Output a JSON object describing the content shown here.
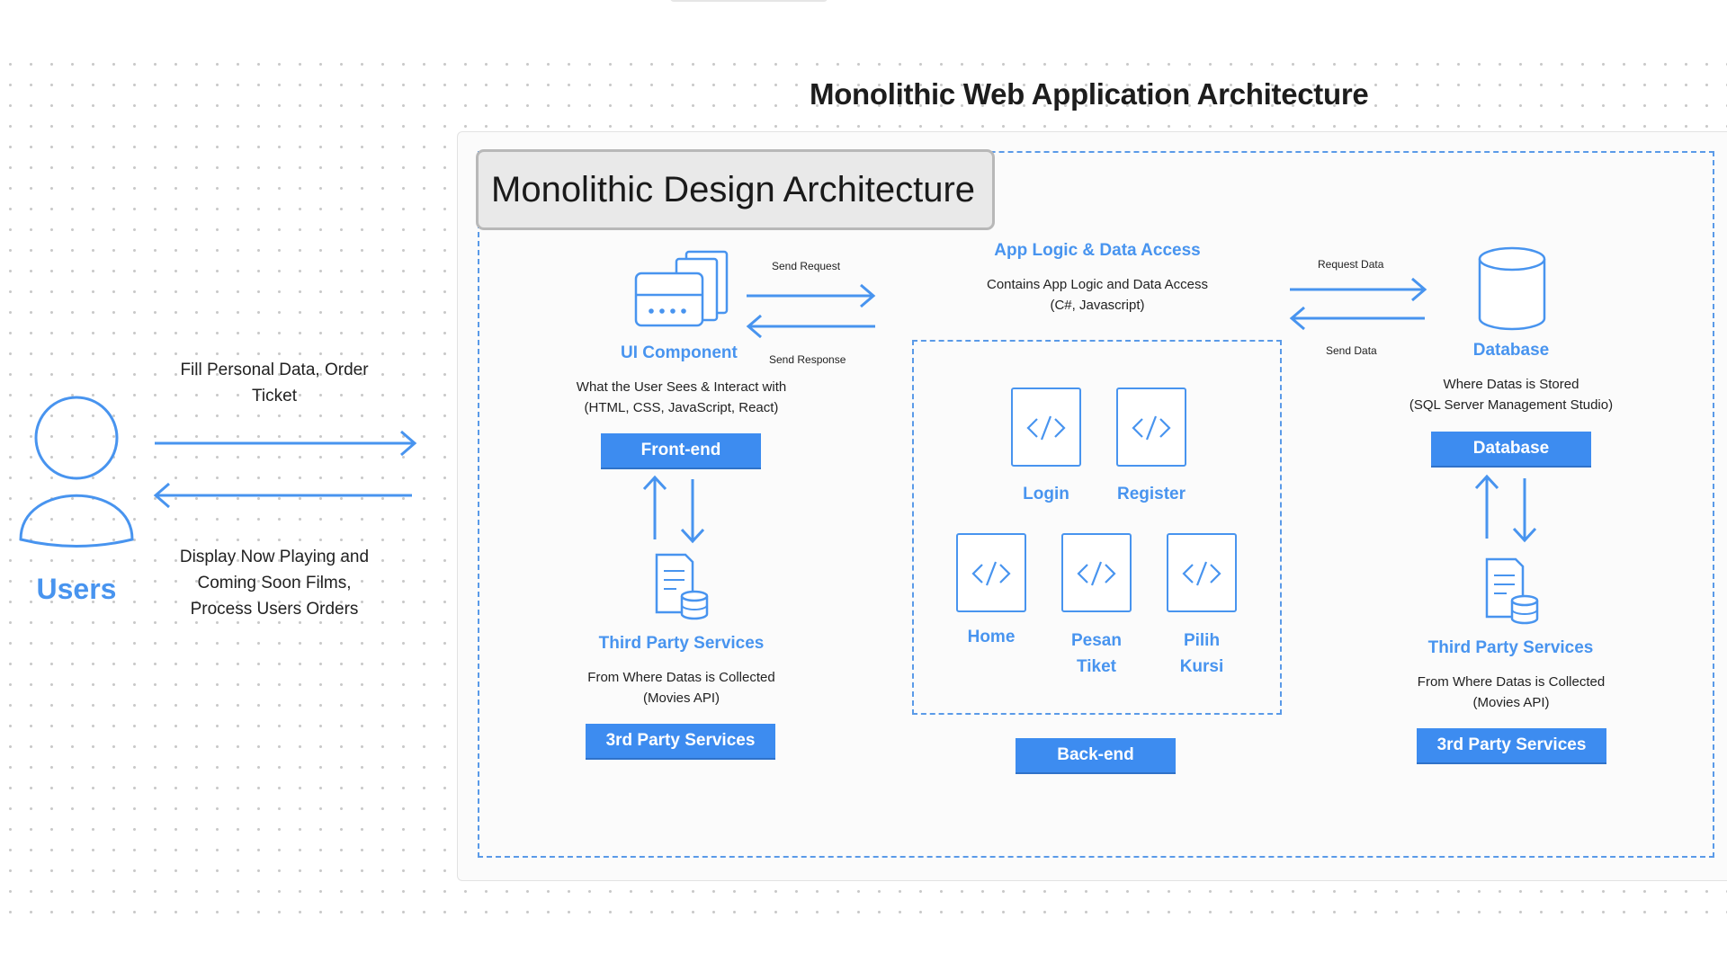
{
  "page_title": "Monolithic Web Application Architecture",
  "design_title": "Monolithic Design Architecture",
  "users": {
    "label": "Users",
    "request_text_1": "Fill Personal Data, Order",
    "request_text_2": "Ticket",
    "response_text_1": "Display Now Playing and",
    "response_text_2": "Coming Soon Films,",
    "response_text_3": "Process Users Orders"
  },
  "frontend": {
    "heading": "UI Component",
    "desc_1": "What the User Sees & Interact with",
    "desc_2": "(HTML, CSS, JavaScript, React)",
    "button": "Front-end",
    "send_request": "Send Request",
    "send_response": "Send Response"
  },
  "third_party_left": {
    "heading": "Third Party Services",
    "desc_1": "From Where Datas is Collected",
    "desc_2": "(Movies API)",
    "button": "3rd Party Services"
  },
  "backend": {
    "heading": "App Logic & Data Access",
    "desc_1": "Contains App Logic and Data Access",
    "desc_2": "(C#, Javascript)",
    "button": "Back-end",
    "modules": [
      {
        "line1": "Login",
        "line2": ""
      },
      {
        "line1": "Register",
        "line2": ""
      },
      {
        "line1": "Home",
        "line2": ""
      },
      {
        "line1": "Pesan",
        "line2": "Tiket"
      },
      {
        "line1": "Pilih",
        "line2": "Kursi"
      }
    ]
  },
  "database": {
    "heading": "Database",
    "desc_1": "Where Datas is Stored",
    "desc_2": "(SQL Server Management Studio)",
    "button": "Database",
    "request_data": "Request Data",
    "send_data": "Send Data"
  },
  "third_party_right": {
    "heading": "Third Party Services",
    "desc_1": "From Where Datas is Collected",
    "desc_2": "(Movies API)",
    "button": "3rd Party Services"
  },
  "colors": {
    "accent": "#4894ef",
    "button": "#3d8cf0",
    "dash": "#5a9ae8"
  }
}
